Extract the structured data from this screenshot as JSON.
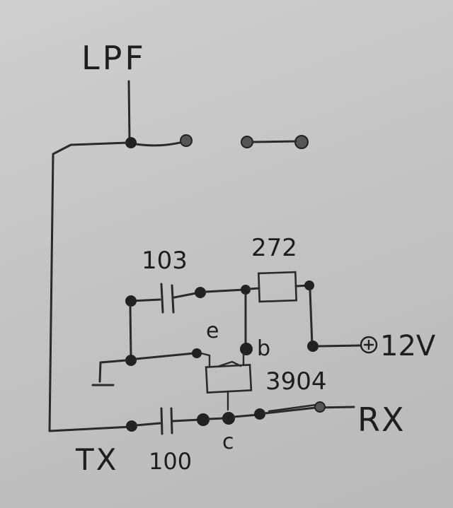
{
  "labels": {
    "lpf": "LPF",
    "tx": "TX",
    "rx": "RX",
    "cap_top": "103",
    "cap_bottom": "100",
    "resistor": "272",
    "transistor": "3904",
    "supply": "12V",
    "emitter": "e",
    "base": "b",
    "collector": "c"
  },
  "icons": {
    "supply_symbol": "plus-in-circle"
  }
}
